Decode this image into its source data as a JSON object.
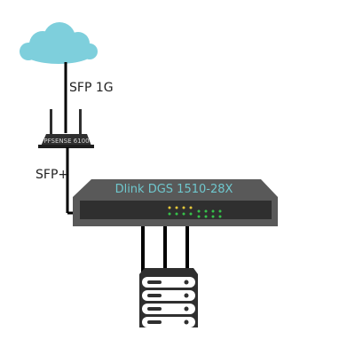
{
  "links": {
    "cloud_to_router": "SFP 1G",
    "router_to_switch": "SFP+"
  },
  "router": {
    "label": "PFSENSE 6100"
  },
  "switch": {
    "label": "Dlink DGS 1510-28X"
  },
  "colors": {
    "cloud": "#7ecfdc",
    "device_body": "#2f2f2f",
    "switch_face": "#595959",
    "switch_label": "#6fc7cd",
    "cable": "#000000",
    "led": "#36c24a",
    "led_warn": "#e5c93a"
  }
}
